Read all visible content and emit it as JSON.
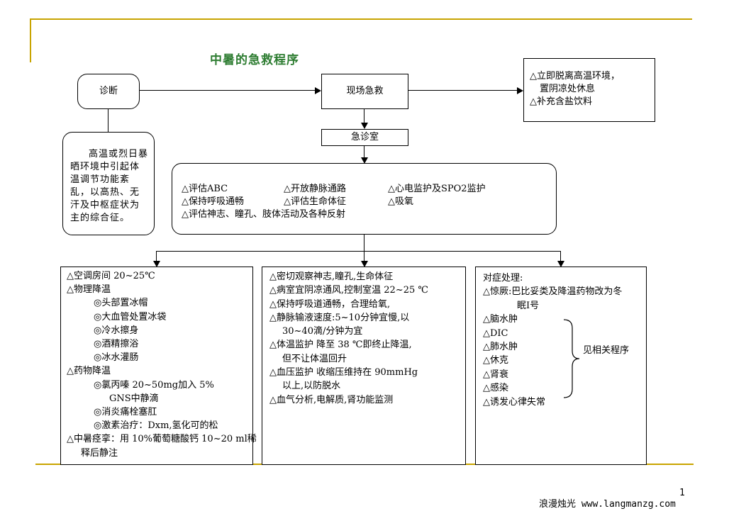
{
  "title": "中暑的急救程序",
  "nodes": {
    "diagnosis": "诊断",
    "scene": "现场急救",
    "er": "急诊室",
    "definition": "高温或烈日暴晒环境中引起体温调节功能紊乱，以高热、无汗及中枢症状为主的综合征。",
    "right_top": [
      "△立即脱离高温环境，",
      "置阴凉处休息",
      "△补充含盐饮料"
    ]
  },
  "assess": {
    "col1": [
      "△评估ABC",
      "△保持呼吸通畅"
    ],
    "col2": [
      "△开放静脉通路",
      "△评估生命体征"
    ],
    "col3": [
      "△心电监护及SPO2监护",
      "△吸氧"
    ],
    "wide": "△评估神志、瞳孔、肢体活动及各种反射"
  },
  "box_left": [
    "△空调房间 20~25℃",
    "△物理降温",
    "◎头部置冰帽",
    "◎大血管处置冰袋",
    "◎冷水擦身",
    "◎酒精擦浴",
    "◎冰水灌肠",
    "△药物降温",
    "◎氯丙嗪 20~50mg加入 5%",
    "GNS中静滴",
    "◎消炎痛栓塞肛",
    "◎激素治疗：Dxm,氢化可的松",
    "△中暑痉挛：用 10%葡萄糖酸钙 10~20 ml稀",
    "释后静注"
  ],
  "box_mid": [
    "△密切观察神志,瞳孔,生命体征",
    "△病室宜阴凉通风,控制室温 22~25 ℃",
    "△保持呼吸道通畅，合理给氧,",
    "△静脉输液速度:5~10分钟宜慢,以",
    "30~40滴/分钟为宜",
    "△体温监护 降至 38 ℃即终止降温,",
    "但不让体温回升",
    "△血压监护 收缩压维持在 90mmHg",
    "以上,以防脱水",
    "△血气分析,电解质,肾功能监测"
  ],
  "box_right": {
    "header": "对症处理:",
    "items": [
      "△惊厥:巴比妥类及降温药物改为冬",
      "眠Ⅰ号",
      "△脑水肿",
      "△DIC",
      "△肺水肿",
      "△休克",
      "△肾衰",
      "△感染",
      "△诱发心律失常"
    ],
    "see_also": "见相关程序"
  },
  "footer": {
    "page": "1",
    "watermark": "浪漫烛光 www.langmanzg.com"
  },
  "colors": {
    "title": "#2e7d32",
    "rule": "#c8a400"
  }
}
